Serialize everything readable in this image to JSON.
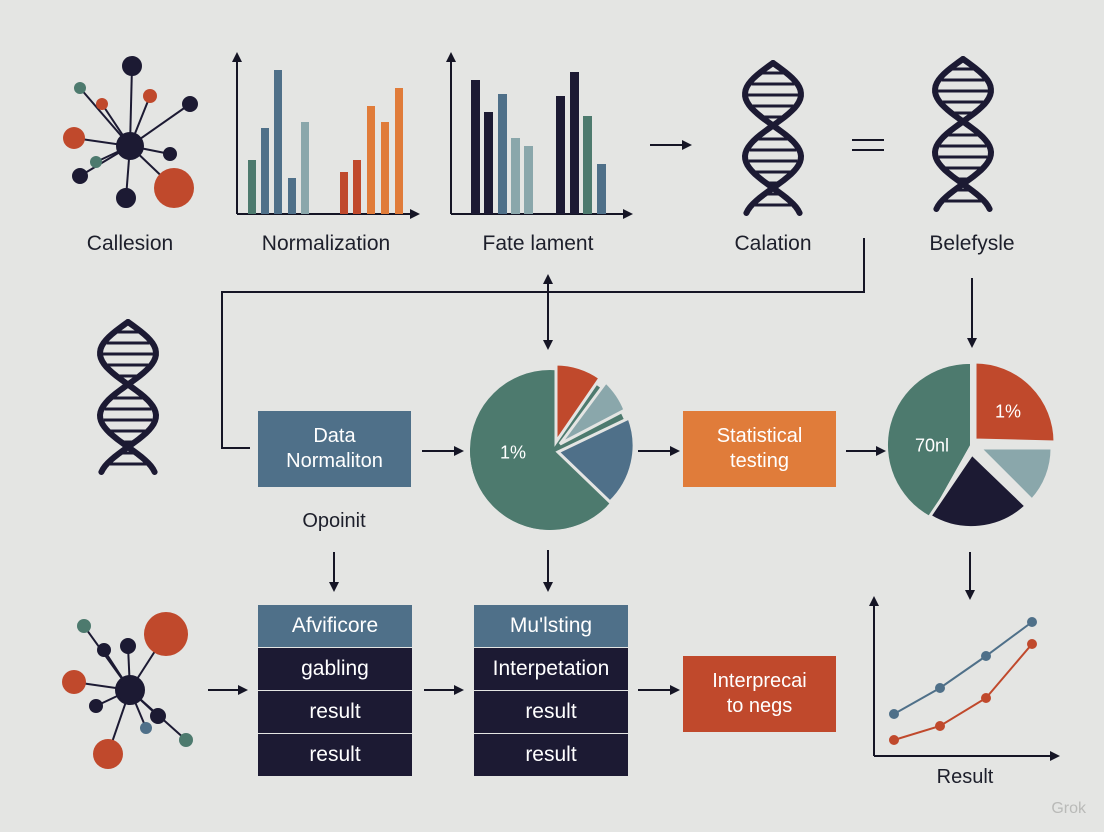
{
  "top_labels": {
    "callesion": "Callesion",
    "normalization": "Normalization",
    "fate_lament": "Fate lament",
    "calation": "Calation",
    "belefysle": "Belefysle"
  },
  "boxes": {
    "data_normalization": [
      "Data",
      "Normaliton"
    ],
    "statistical_testing": [
      "Statistical",
      "testing"
    ],
    "interprecai": [
      "Interprecai",
      "to negs"
    ]
  },
  "opoinit": "Opoinit",
  "stack_left": {
    "header": "Afvificore",
    "rows": [
      "gabling",
      "result",
      "result"
    ]
  },
  "stack_middle": {
    "header": "Mu'lsting",
    "rows": [
      "Interpetation",
      "result",
      "result"
    ]
  },
  "pie_middle_label": "1%",
  "pie_right_labels": {
    "left": "70nl",
    "right": "1%"
  },
  "result_label": "Result",
  "watermark": "Grok",
  "colors": {
    "navy": "#1c1a33",
    "teal": "#4d7a6e",
    "blue": "#4f7089",
    "orange": "#e07c3a",
    "red": "#c0492c",
    "lightblue": "#8aa7ab"
  }
}
